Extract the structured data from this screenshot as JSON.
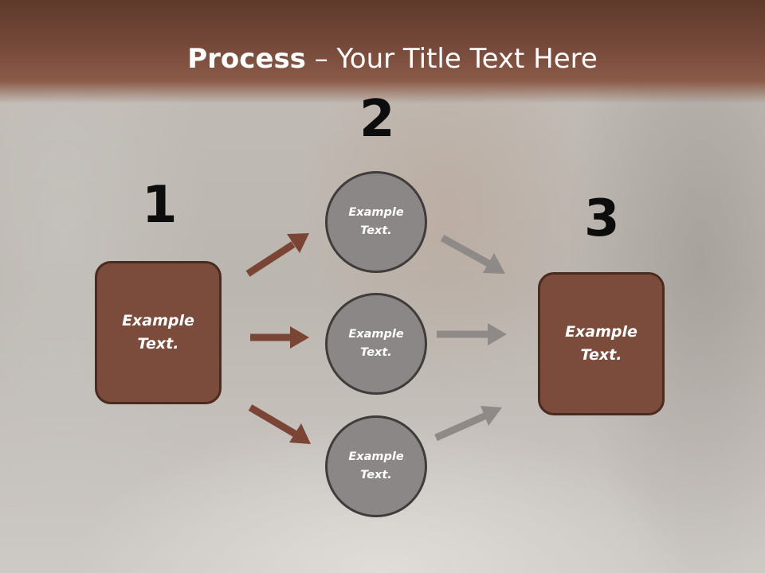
{
  "slide": {
    "title_bold": "Process",
    "title_rest": " – Your Title Text Here",
    "steps": [
      {
        "number": "1",
        "box_text": "Example Text."
      },
      {
        "number": "2",
        "circles": [
          "Example Text.",
          "Example Text.",
          "Example Text."
        ]
      },
      {
        "number": "3",
        "box_text": "Example Text."
      }
    ]
  },
  "colors": {
    "header": "#76493a",
    "box_fill": "#7b4c3c",
    "box_border": "#4a2b20",
    "circle_fill": "#8a8786",
    "circle_border": "#3f3c3b",
    "arrow_brown": "#7b4536",
    "arrow_gray": "#8d8a87"
  }
}
